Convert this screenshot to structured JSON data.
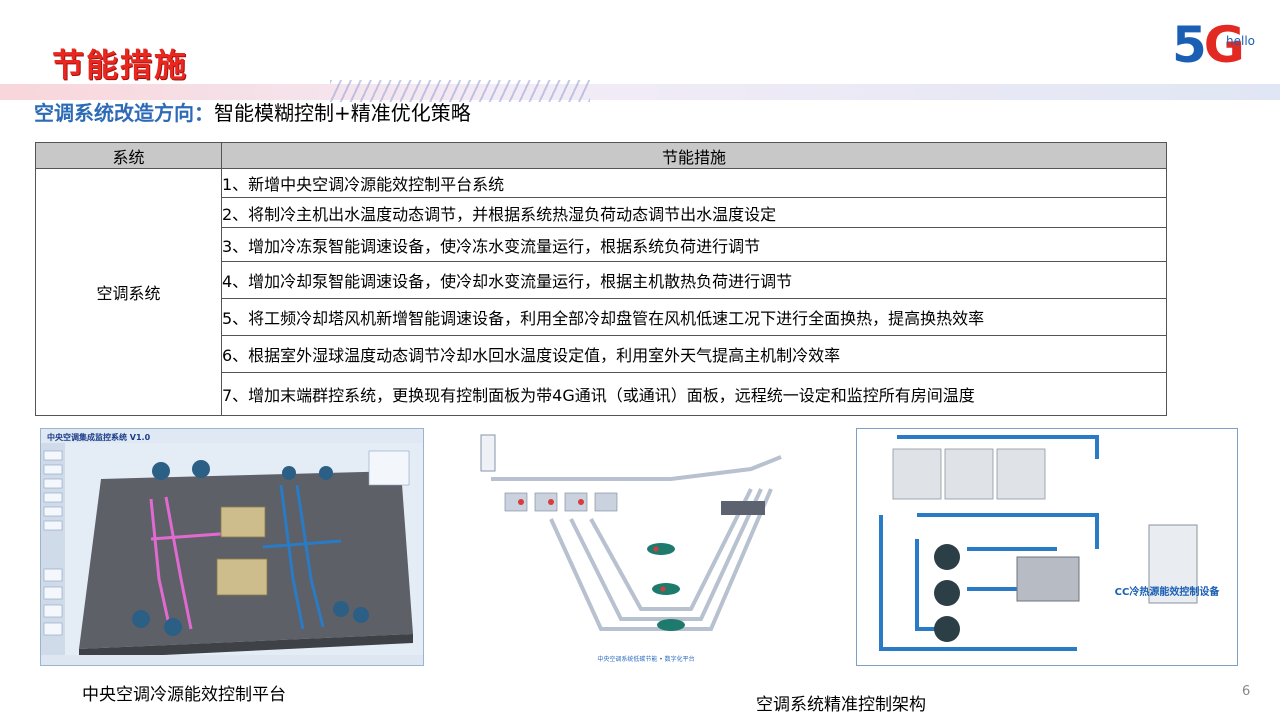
{
  "slide": {
    "title": "节能措施",
    "logo_text": "5G",
    "logo_sub": "hello",
    "subtitle_lead": "空调系统改造方向：",
    "subtitle_rest": "智能模糊控制+精准优化策略",
    "page_number": "6"
  },
  "table": {
    "headers": [
      "系统",
      "节能措施"
    ],
    "system": "空调系统",
    "items": [
      "1、新增中央空调冷源能效控制平台系统",
      "2、将制冷主机出水温度动态调节，并根据系统热湿负荷动态调节出水温度设定",
      "3、增加冷冻泵智能调速设备，使冷冻水变流量运行，根据系统负荷进行调节",
      "4、增加冷却泵智能调速设备，使冷却水变流量运行，根据主机散热负荷进行调节",
      "5、将工频冷却塔风机新增智能调速设备，利用全部冷却盘管在风机低速工况下进行全面换热，提高换热效率",
      "6、根据室外湿球温度动态调节冷却水回水温度设定值，利用室外天气提高主机制冷效率",
      "7、增加末端群控系统，更换现有控制面板为带4G通讯（或通讯）面板，远程统一设定和监控所有房间温度"
    ]
  },
  "images": {
    "left_title": "中央空调集成监控系统 V1.0",
    "middle_caption": "中央空调系统低碳节能 • 数字化平台",
    "right_label": "CC冷热源能效控制设备"
  },
  "captions": {
    "left": "中央空调冷源能效控制平台",
    "right": "空调系统精准控制架构"
  },
  "colors": {
    "title_red": "#e8281e",
    "subtitle_blue": "#2e6bb6",
    "table_header_gray": "#c8c8c8",
    "pipe_blue": "#2a7bc6",
    "pipe_pink": "#e06ad0"
  }
}
